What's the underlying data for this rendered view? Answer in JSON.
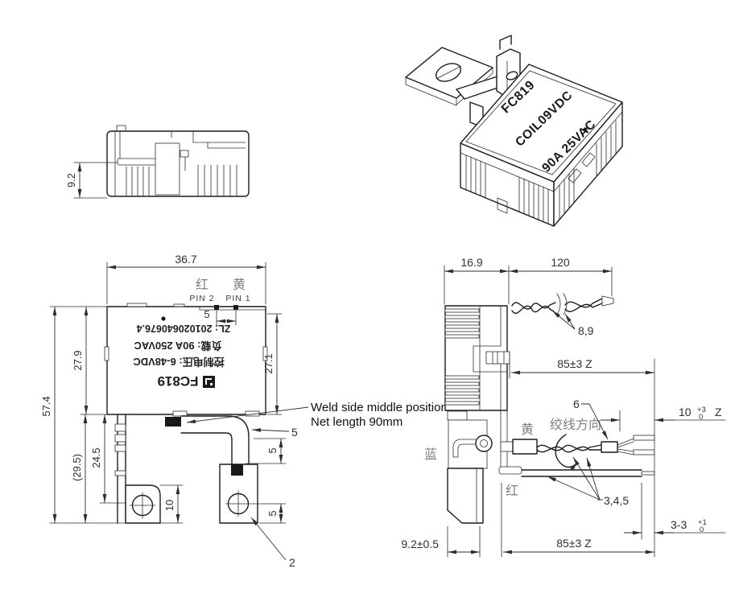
{
  "colors": {
    "ink": "#1c1c1c",
    "dim_lines": "#2e2e2e",
    "label_gray": "#7f7f7f",
    "background": "#ffffff"
  },
  "views": {
    "top_side": {
      "dim_height": "9.2"
    },
    "iso": {
      "marking": {
        "line1": "FC819",
        "line2": "COIL09VDC",
        "line3": "90A 25VAC"
      }
    },
    "front": {
      "dim_width": "36.7",
      "wire_red": "红",
      "wire_yellow": "黄",
      "pin2": "PIN 2",
      "pin1": "PIN 1",
      "dim_pin_pitch": "5",
      "label": {
        "zl": "ZL: 201020640676.4",
        "load": "负载: 90A 250VAC",
        "voltage": "控制电压: 6-48VDC",
        "brand": "FC819"
      },
      "dim_body_left": "27.9",
      "dim_body_right": "27.1",
      "dim_total": "57.4",
      "dim_bracket": "(29.5)",
      "dim_hole_center": "24.5",
      "dim_hole_edge": "10",
      "dim_strap": "5",
      "dim_weld_block": "5",
      "dim_hole_bottom": "5",
      "callout_terminal": "2",
      "note_line1": "Weld side middle position",
      "note_line2": "Net length 90mm"
    },
    "right_side": {
      "dim_depth": "16.9",
      "dim_lead": "120",
      "callout_coil_wires": "8,9",
      "dim_upper_wire": "85±3 Z",
      "callout_sleeve": "6",
      "strip": {
        "value": "10",
        "tol_plus": "+3",
        "tol_minus": "0",
        "suffix": "Z"
      },
      "wire_yellow": "黄",
      "twist_note": "绞线方向",
      "wire_blue": "蓝",
      "wire_red": "红",
      "callout_wires": "3,4,5",
      "tip": {
        "value": "3-3",
        "tol_plus": "+1",
        "tol_minus": "0"
      },
      "dim_leg": "9.2±0.5",
      "dim_lower_wire": "85±3 Z"
    }
  }
}
